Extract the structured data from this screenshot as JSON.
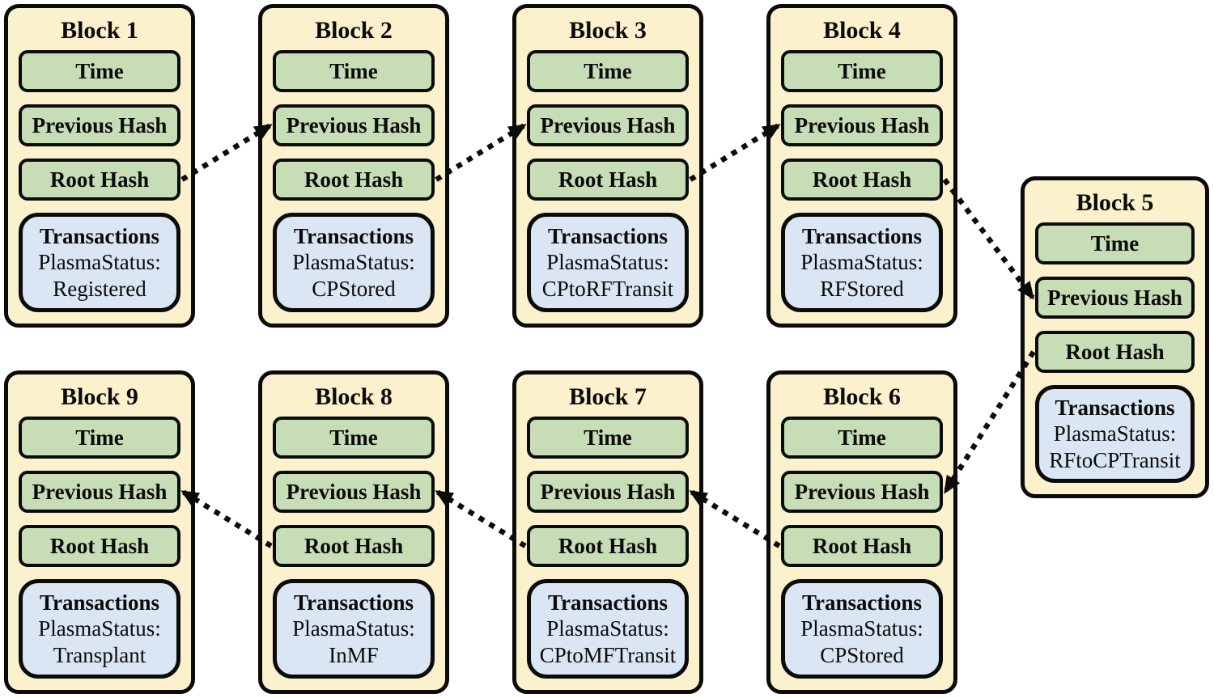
{
  "diagram": {
    "type": "blockchain-flow",
    "field_labels": {
      "time": "Time",
      "previous_hash": "Previous Hash",
      "root_hash": "Root Hash",
      "transactions": "Transactions"
    },
    "status_label": "PlasmaStatus:",
    "blocks": [
      {
        "id": "1",
        "title": "Block 1",
        "status": "Registered"
      },
      {
        "id": "2",
        "title": "Block 2",
        "status": "CPStored"
      },
      {
        "id": "3",
        "title": "Block 3",
        "status": "CPtoRFTransit"
      },
      {
        "id": "4",
        "title": "Block 4",
        "status": "RFStored"
      },
      {
        "id": "5",
        "title": "Block 5",
        "status": "RFtoCPTransit"
      },
      {
        "id": "6",
        "title": "Block 6",
        "status": "CPStored"
      },
      {
        "id": "7",
        "title": "Block 7",
        "status": "CPtoMFTransit"
      },
      {
        "id": "8",
        "title": "Block 8",
        "status": "InMF"
      },
      {
        "id": "9",
        "title": "Block 9",
        "status": "Transplant"
      }
    ],
    "edges": [
      {
        "from": "1",
        "to": "2"
      },
      {
        "from": "2",
        "to": "3"
      },
      {
        "from": "3",
        "to": "4"
      },
      {
        "from": "4",
        "to": "5"
      },
      {
        "from": "5",
        "to": "6"
      },
      {
        "from": "6",
        "to": "7"
      },
      {
        "from": "7",
        "to": "8"
      },
      {
        "from": "8",
        "to": "9"
      }
    ],
    "colors": {
      "block_fill": "#FBF1CD",
      "field_fill": "#C6DDB6",
      "transactions_fill": "#DAE6F3",
      "border": "#0B0B0B",
      "background": "#FFFFFF"
    }
  }
}
